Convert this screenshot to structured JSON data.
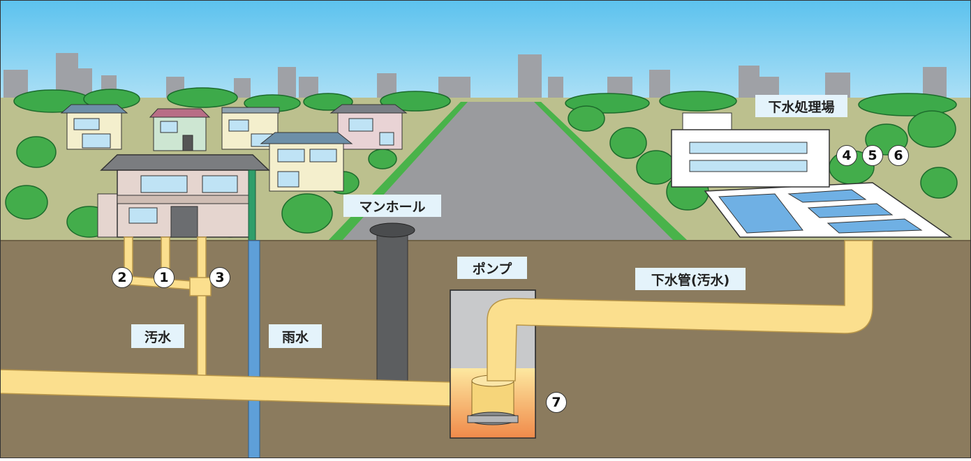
{
  "labels": {
    "sewage_plant": "下水処理場",
    "manhole": "マンホール",
    "pump": "ポンプ",
    "sewer_pipe": "下水管(汚水)",
    "wastewater": "汚水",
    "rainwater": "雨水"
  },
  "markers": [
    "1",
    "2",
    "3",
    "4",
    "5",
    "6",
    "7"
  ],
  "colors": {
    "sky_top": "#5fc3ee",
    "ground": "#8b7b5e",
    "pipe": "#fbdf8e",
    "rain_pipe": "#5e9fd8",
    "road": "#9a9b9e",
    "tree": "#3daa4a",
    "pool": "#6fb0e4"
  }
}
